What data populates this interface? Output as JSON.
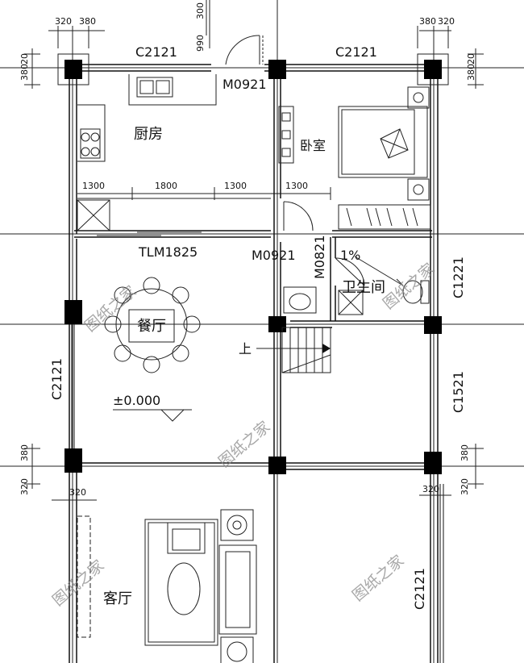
{
  "plan": {
    "rooms": {
      "kitchen": "厨房",
      "bedroom": "卧室",
      "dining": "餐厅",
      "bathroom": "卫生间",
      "living": "客厅"
    },
    "openings": {
      "top_left_window": "C2121",
      "top_right_window": "C2121",
      "kitchen_door": "M0921",
      "sliding_door": "TLM1825",
      "bedroom_door": "M0921",
      "bathroom_door": "M0821",
      "right_window_upper": "C1221",
      "left_window": "C2121",
      "right_window_middle": "C1521",
      "right_window_lower": "C2121"
    },
    "dimensions": {
      "top_320": "320",
      "top_380": "380",
      "top_380_right": "380",
      "top_320_right": "320",
      "left_vertical_380": "380",
      "left_vertical_20": "20",
      "right_vertical_380": "380",
      "right_vertical_20": "20",
      "door_990": "990",
      "door_300": "300",
      "k1300_a": "1300",
      "k1800": "1800",
      "k1300_b": "1300",
      "k1300_c": "1300",
      "side_380_left": "380",
      "side_320_left": "320",
      "side_380_right": "380",
      "side_320_right": "320",
      "bottom_320_left": "320",
      "bottom_320_right": "320"
    },
    "annotations": {
      "elevation": "±0.000",
      "stair_up": "上",
      "slope": "1%",
      "dining_table": "餐厅"
    },
    "watermark": "图纸之家"
  }
}
